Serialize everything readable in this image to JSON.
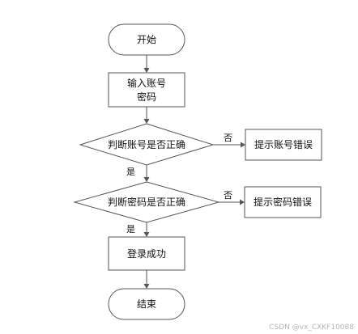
{
  "nodes": {
    "start": "开始",
    "input_line1": "输入账号",
    "input_line2": "密码",
    "check_account": "判断账号是否正确",
    "account_error": "提示账号错误",
    "check_password": "判断密码是否正确",
    "password_error": "提示密码错误",
    "login_success": "登录成功",
    "end": "结束"
  },
  "edges": {
    "account_yes": "是",
    "account_no": "否",
    "password_yes": "是",
    "password_no": "否"
  },
  "watermark": "CSDN @vx_CXKF10088",
  "colors": {
    "stroke": "#555555",
    "fill": "#ffffff",
    "text": "#111111",
    "watermark": "#b5b5b5"
  }
}
